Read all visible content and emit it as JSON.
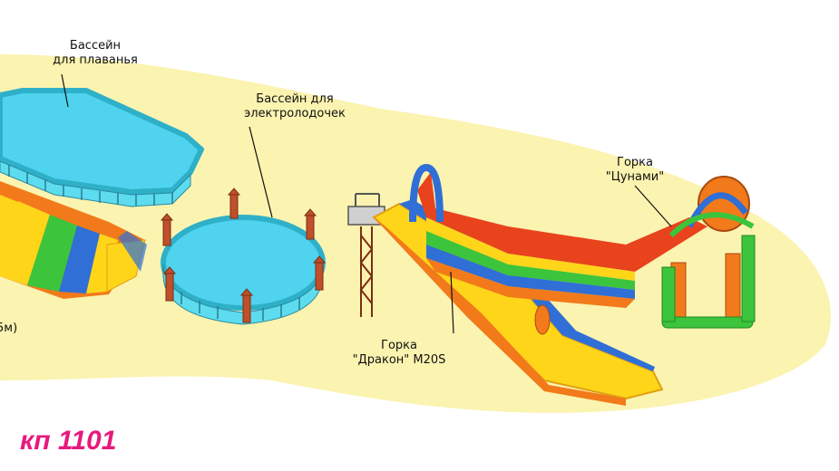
{
  "labels": {
    "pool_swim_line1": "Бассейн",
    "pool_swim_line2": "для плаванья",
    "pool_boat_line1": "Бассейн для",
    "pool_boat_line2": "электролодочек",
    "slide_tsunami_line1": "Горка",
    "slide_tsunami_line2": "\"Цунами\"",
    "slide_dragon_line1": "Горка",
    "slide_dragon_line2": "\"Дракон\" М20S",
    "partial_label": "5м)"
  },
  "catalog_code": "кп 1101",
  "colors": {
    "ground": "#fbf3b0",
    "water": "#4fd3ee",
    "pool_rim": "#2eb0c8",
    "code": "#e8197d",
    "slide_yellow": "#ffd51a",
    "slide_orange": "#f27a1a",
    "slide_blue": "#2f6fd6",
    "slide_green": "#3cc43c",
    "slide_red": "#e8431d"
  }
}
